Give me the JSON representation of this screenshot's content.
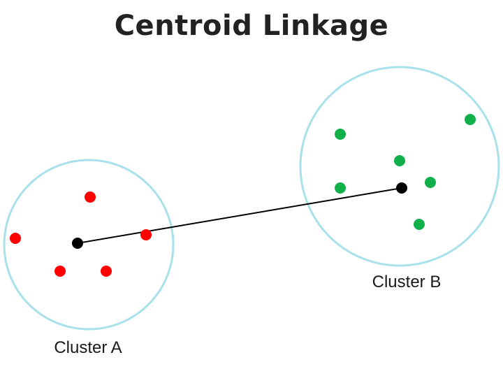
{
  "title": "Centroid Linkage",
  "colors": {
    "cluster_boundary": "#a8e1ea",
    "cluster_a_points": "#ff0000",
    "cluster_b_points": "#12b04a",
    "centroid": "#000000",
    "linkage_line": "#000000"
  },
  "clusters": [
    {
      "id": "a",
      "label": "Cluster A"
    },
    {
      "id": "b",
      "label": "Cluster B"
    }
  ]
}
